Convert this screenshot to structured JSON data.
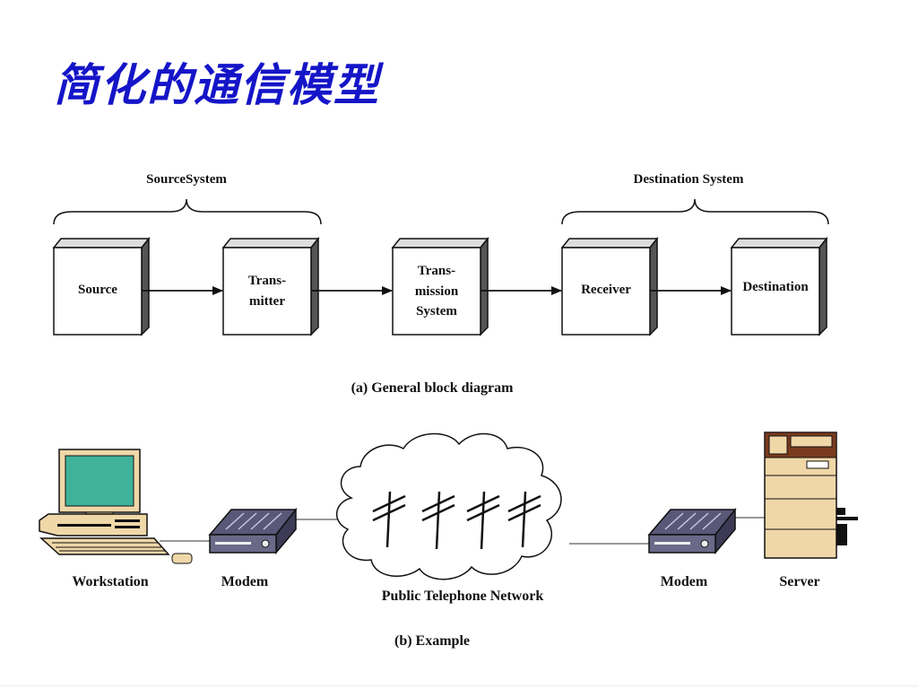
{
  "slide": {
    "title": "简化的通信模型"
  },
  "block_diagram": {
    "source_system_label": "SourceSystem",
    "destination_system_label": "Destination System",
    "boxes": [
      {
        "label": "Source"
      },
      {
        "label": "Trans-\nmitter"
      },
      {
        "label": "Trans-\nmission\nSystem"
      },
      {
        "label": "Receiver"
      },
      {
        "label": "Destination"
      }
    ],
    "caption": "(a) General block diagram"
  },
  "example": {
    "workstation_label": "Workstation",
    "modem_left_label": "Modem",
    "network_label": "Public Telephone Network",
    "modem_right_label": "Modem",
    "server_label": "Server",
    "caption": "(b) Example"
  },
  "colors": {
    "title": "#1515c8",
    "monitor_screen": "#3fb39a",
    "computer_body": "#efd7a8",
    "modem_body": "#5a5878",
    "server_body": "#efd7a8",
    "server_dark": "#7a3a1e"
  },
  "icons": [
    "workstation-icon",
    "modem-icon",
    "cloud-icon",
    "telephone-pole-icon",
    "server-icon"
  ]
}
